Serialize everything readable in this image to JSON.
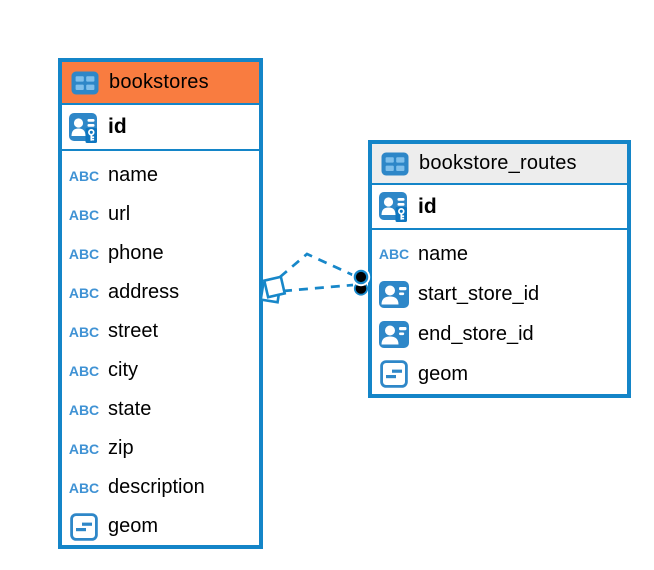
{
  "diagram": {
    "colors": {
      "table_border": "#1485c8",
      "selected_table_header": "#f97c40",
      "table_header_gray": "#ededed",
      "icon_blue": "#2e87c8",
      "text_type_blue": "#3f92d4",
      "relation_line_blue": "#1787c9",
      "relation_dot_black": "#000000"
    },
    "tables": [
      {
        "name": "bookstores",
        "icon": "table-icon",
        "header_color": "#f97c40",
        "primary_key": {
          "name": "id",
          "icon": "primary-key-icon"
        },
        "columns": [
          {
            "name": "name",
            "type": "text",
            "icon": "text-type-icon"
          },
          {
            "name": "url",
            "type": "text",
            "icon": "text-type-icon"
          },
          {
            "name": "phone",
            "type": "text",
            "icon": "text-type-icon"
          },
          {
            "name": "address",
            "type": "text",
            "icon": "text-type-icon"
          },
          {
            "name": "street",
            "type": "text",
            "icon": "text-type-icon"
          },
          {
            "name": "city",
            "type": "text",
            "icon": "text-type-icon"
          },
          {
            "name": "state",
            "type": "text",
            "icon": "text-type-icon"
          },
          {
            "name": "zip",
            "type": "text",
            "icon": "text-type-icon"
          },
          {
            "name": "description",
            "type": "text",
            "icon": "text-type-icon"
          },
          {
            "name": "geom",
            "type": "geometry",
            "icon": "geometry-type-icon"
          }
        ]
      },
      {
        "name": "bookstore_routes",
        "icon": "table-icon",
        "header_color": "#ededed",
        "primary_key": {
          "name": "id",
          "icon": "primary-key-icon"
        },
        "columns": [
          {
            "name": "name",
            "type": "text",
            "icon": "text-type-icon"
          },
          {
            "name": "start_store_id",
            "type": "reference",
            "icon": "reference-type-icon"
          },
          {
            "name": "end_store_id",
            "type": "reference",
            "icon": "reference-type-icon"
          },
          {
            "name": "geom",
            "type": "geometry",
            "icon": "geometry-type-icon"
          }
        ]
      }
    ],
    "relationships": [
      {
        "from_table": "bookstores",
        "to_table": "bookstore_routes",
        "to_column": "start_store_id",
        "line_style": "dashed",
        "from_marker": "diamond",
        "to_marker": "dot"
      },
      {
        "from_table": "bookstores",
        "to_table": "bookstore_routes",
        "to_column": "end_store_id",
        "line_style": "dashed",
        "from_marker": "diamond",
        "to_marker": "dot"
      }
    ]
  }
}
